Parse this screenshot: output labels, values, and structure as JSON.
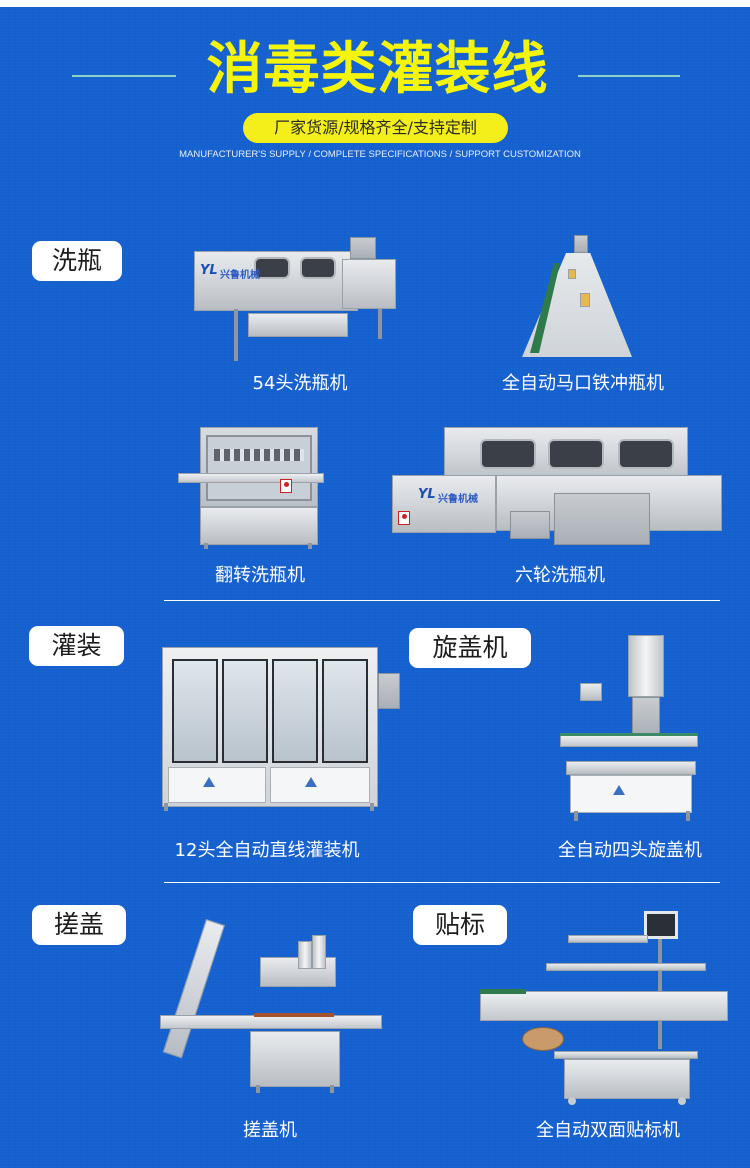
{
  "header": {
    "title": "消毒类灌装线",
    "subtitle_pill": "厂家货源/规格齐全/支持定制",
    "subtitle_english": "MANUFACTURER'S SUPPLY / COMPLETE SPECIFICATIONS / SUPPORT CUSTOMIZATION"
  },
  "colors": {
    "background": "#1560cf",
    "title_yellow": "#f5f50c",
    "pill_yellow": "#f4ee1b",
    "side_line": "#8fd0c8",
    "label_bg": "#ffffff",
    "caption_text": "#ffffff"
  },
  "brand_logo": {
    "mark": "YL",
    "text": "兴鲁机械"
  },
  "sections": [
    {
      "label": "洗瓶",
      "machines": [
        {
          "name": "54头洗瓶机",
          "icon": "bottle-washer-54-head-image"
        },
        {
          "name": "全自动马口铁冲瓶机",
          "icon": "tinplate-bottle-rinser-image"
        },
        {
          "name": "翻转洗瓶机",
          "icon": "flip-bottle-washer-image"
        },
        {
          "name": "六轮洗瓶机",
          "icon": "six-wheel-bottle-washer-image"
        }
      ]
    },
    {
      "label": "灌装",
      "machines": [
        {
          "name": "12头全自动直线灌装机",
          "icon": "linear-filling-machine-image"
        }
      ]
    },
    {
      "label": "旋盖机",
      "machines": [
        {
          "name": "全自动四头旋盖机",
          "icon": "four-head-capping-machine-image"
        }
      ]
    },
    {
      "label": "搓盖",
      "machines": [
        {
          "name": "搓盖机",
          "icon": "cap-rolling-machine-image"
        }
      ]
    },
    {
      "label": "贴标",
      "machines": [
        {
          "name": "全自动双面贴标机",
          "icon": "double-side-labeling-machine-image"
        }
      ]
    }
  ]
}
